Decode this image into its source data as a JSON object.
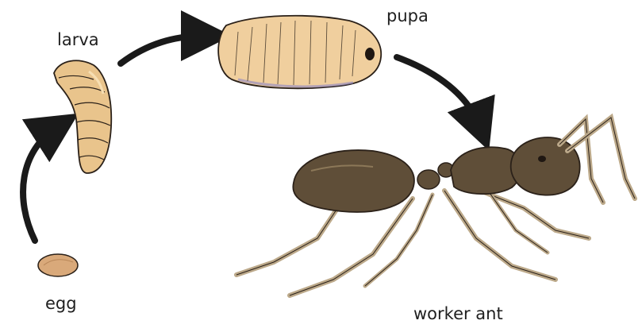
{
  "stages": [
    {
      "id": "egg",
      "label": "egg",
      "icon": "egg-icon"
    },
    {
      "id": "larva",
      "label": "larva",
      "icon": "larva-icon"
    },
    {
      "id": "pupa",
      "label": "pupa",
      "icon": "pupa-icon"
    },
    {
      "id": "worker_ant",
      "label": "worker ant",
      "icon": "worker-ant-icon"
    }
  ],
  "colors": {
    "arrow": "#1a1a1a",
    "egg": "#d9a97a",
    "larva": "#e9c48c",
    "pupa": "#f0cf9e",
    "ant_body": "#5f4e38",
    "ant_leg": "#bca98a",
    "outline": "#2b2119"
  }
}
